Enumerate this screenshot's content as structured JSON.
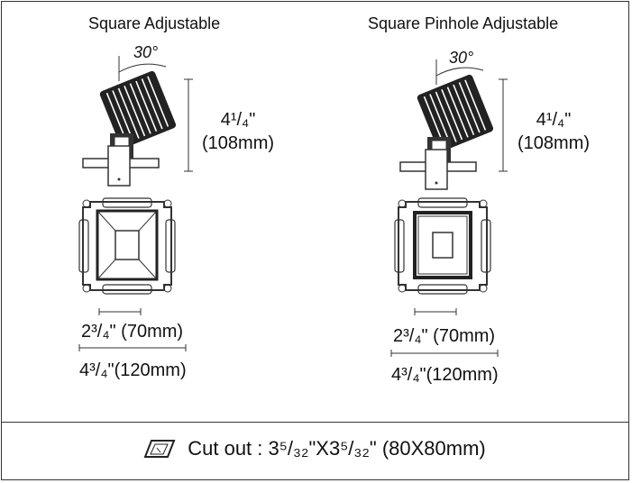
{
  "left": {
    "title": "Square Adjustable",
    "angle": "30°",
    "height_inch": "4¹/₄\"",
    "height_mm": "(108mm)",
    "inner_dim": "2³/₄\" (70mm)",
    "outer_dim": "4³/₄\"(120mm)"
  },
  "right": {
    "title": "Square Pinhole Adjustable",
    "angle": "30°",
    "height_inch": "4¹/₄\"",
    "height_mm": "(108mm)",
    "inner_dim": "2³/₄\" (70mm)",
    "outer_dim": "4³/₄\"(120mm)"
  },
  "footer": {
    "icon": "cutout-template-icon",
    "text": "Cut out : 3⁵/₃₂\"X3⁵/₃₂\" (80X80mm)"
  },
  "colors": {
    "line": "#333333",
    "text": "#111111"
  }
}
